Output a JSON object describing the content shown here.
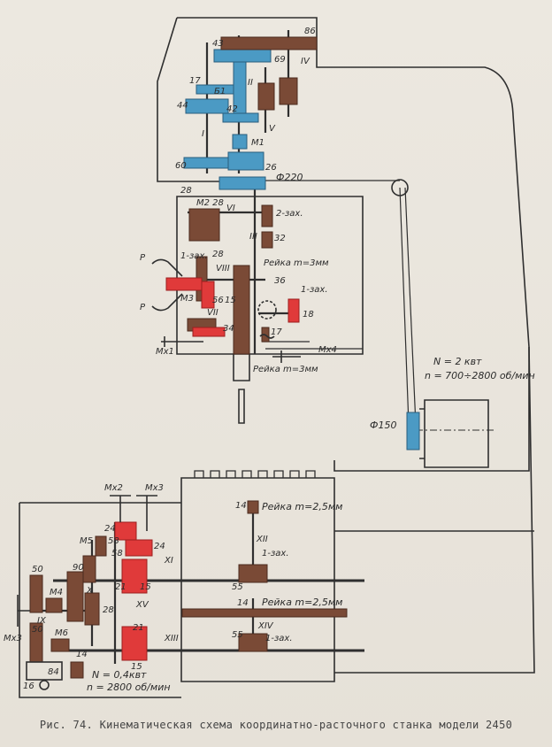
{
  "colors": {
    "brown": "#7a4a36",
    "blue": "#4b9ac4",
    "red": "#e03a3a",
    "line": "#2f2f2f"
  },
  "labels": {
    "l43": "43",
    "l86": "86",
    "l69": "69",
    "lIV": "IV",
    "l17": "17",
    "lB1": "Б1",
    "lII": "II",
    "l44": "44",
    "l42": "42",
    "lI": "I",
    "lV": "V",
    "lM1": "M1",
    "l60": "60",
    "l26": "26",
    "lphi220": "Ф220",
    "l28a": "28",
    "lM2": "M2 28",
    "lVI": "VI",
    "l2zax": "2-зах.",
    "lIII": "III",
    "l32": "32",
    "lP1": "P",
    "l1zaxA": "1-зах.",
    "l28b": "28",
    "lVIII": "VIII",
    "lRack1": "Рейка m=3мм",
    "l36": "36",
    "l1zaxB": "1-зах.",
    "lP2": "P",
    "lM3": "M3",
    "l56": "56",
    "l15a": "15",
    "l18": "18",
    "lVII": "VII",
    "l34": "34",
    "l17b": "17",
    "lMx1": "Mx1",
    "lMx4": "Mx4",
    "lRack2": "Рейка m=3мм",
    "lN1": "N = 2 квт",
    "ln1": "n = 700÷2800 об/мин",
    "lphi150": "Ф150",
    "lMx2": "Mx2",
    "lMx3top": "Mx3",
    "l14a": "14",
    "lRack3": "Рейка m=2,5мм",
    "lXII": "XII",
    "l24a": "24",
    "l58a": "58",
    "l24b": "24",
    "l50a": "50",
    "lM5": "M5",
    "l90": "90",
    "l58b": "58",
    "lXI": "XI",
    "l1zaxC": "1-зах.",
    "l21a": "21",
    "l15b": "15",
    "l55a": "55",
    "lM4": "M4",
    "lX": "X",
    "l28c": "28",
    "lXV": "XV",
    "l14b": "14",
    "lRack4": "Рейка m=2,5мм",
    "l50b": "50",
    "lXIV": "XIV",
    "lMx3": "Mx3",
    "lIX": "IX",
    "lM6": "M6",
    "l21b": "21",
    "lXIII": "XIII",
    "l55b": "55",
    "l1zaxD": "1-зах.",
    "l14c": "14",
    "l84": "84",
    "l15c": "15",
    "l16": "16",
    "lN2": "N = 0,4квт",
    "ln2": "n = 2800 об/мин"
  },
  "caption": "Рис. 74. Кинематическая схема координатно-расточного станка модели 2450"
}
